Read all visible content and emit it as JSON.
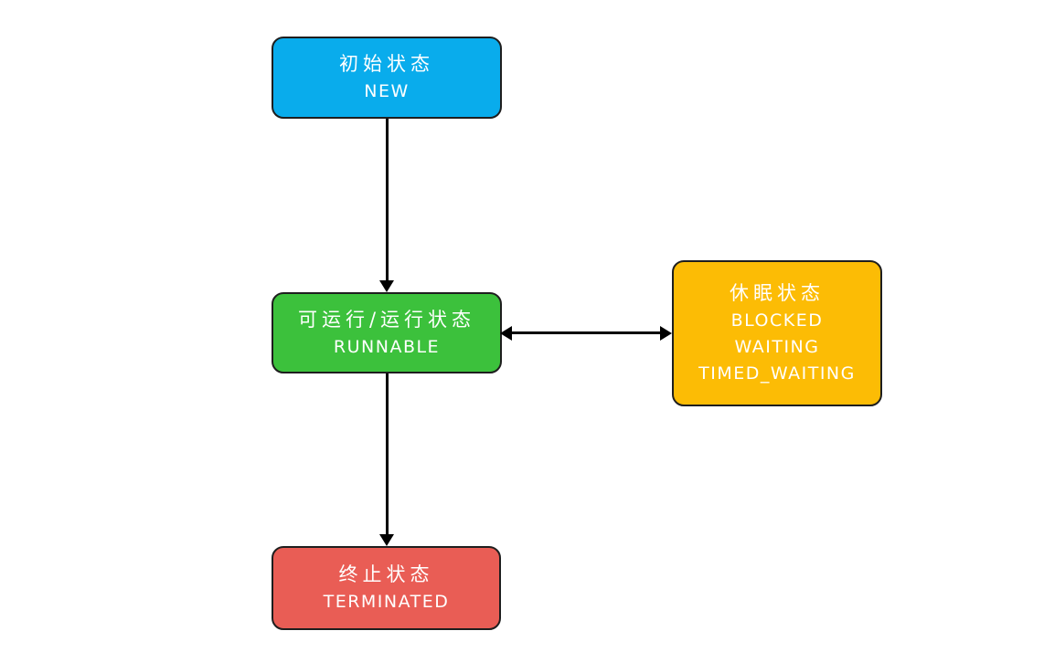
{
  "diagram": {
    "background": "#ffffff",
    "border_color": "#1e1e1e",
    "text_color": "#ffffff",
    "arrow_color": "#000000",
    "nodes": [
      {
        "id": "new",
        "fill": "#09ACEC",
        "lines": [
          "初始状态",
          "NEW"
        ]
      },
      {
        "id": "runnable",
        "fill": "#3CC13C",
        "lines": [
          "可运行/运行状态",
          "RUNNABLE"
        ]
      },
      {
        "id": "sleep",
        "fill": "#FCBC05",
        "lines": [
          "休眠状态",
          "BLOCKED",
          "WAITING",
          "TIMED_WAITING"
        ]
      },
      {
        "id": "terminated",
        "fill": "#E95D55",
        "lines": [
          "终止状态",
          "TERMINATED"
        ]
      }
    ],
    "edges": [
      {
        "from": "new",
        "to": "runnable",
        "direction": "down",
        "arrow": "single"
      },
      {
        "from": "runnable",
        "to": "sleep",
        "direction": "horizontal",
        "arrow": "double"
      },
      {
        "from": "runnable",
        "to": "terminated",
        "direction": "down",
        "arrow": "single"
      }
    ]
  }
}
